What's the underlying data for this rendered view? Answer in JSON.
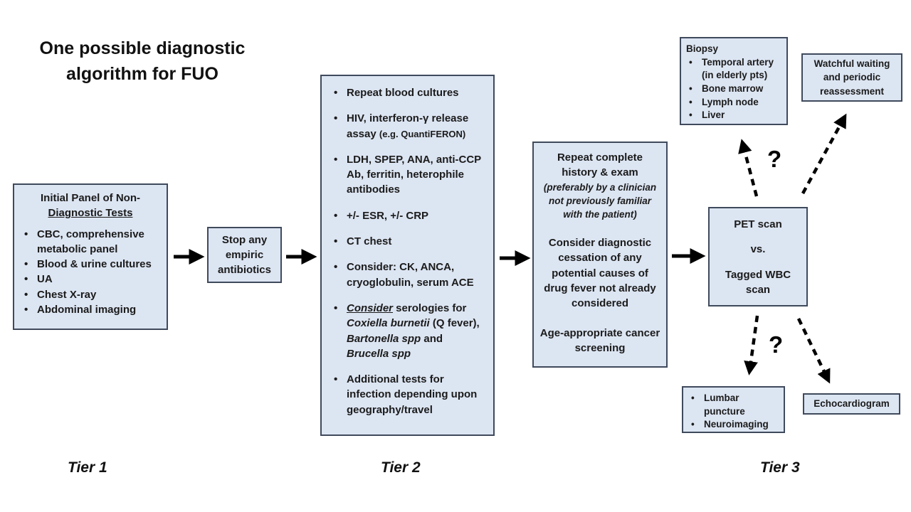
{
  "title": "One possible diagnostic algorithm for FUO",
  "tier_labels": {
    "tier1": "Tier 1",
    "tier2": "Tier 2",
    "tier3": "Tier 3"
  },
  "question_marks": {
    "top": "?",
    "bottom": "?"
  },
  "colors": {
    "box_fill": "#dce5f2",
    "box_border": "#3f4a5c",
    "arrow": "#000000",
    "background": "#ffffff",
    "text": "#1b1b1b"
  },
  "boxes": {
    "initial_panel": {
      "title_line1": "Initial Panel of Non-",
      "title_line2": "Diagnostic Tests",
      "items": [
        "CBC, comprehensive metabolic panel",
        "Blood & urine cultures",
        "UA",
        "Chest X-ray",
        "Abdominal imaging"
      ]
    },
    "stop_antibiotics": {
      "label": "Stop any empiric antibiotics"
    },
    "tier2_tests": {
      "item1": "Repeat blood cultures",
      "item2_main": "HIV, interferon-γ release assay ",
      "item2_note": "(e.g. QuantiFERON)",
      "item3": "LDH, SPEP, ANA, anti-CCP Ab, ferritin, heterophile antibodies",
      "item4": "+/- ESR, +/- CRP",
      "item5": "CT chest",
      "item6": "Consider: CK, ANCA, cryoglobulin, serum ACE",
      "item7_consider": "Consider",
      "item7_mid1": " serologies for ",
      "item7_species1": "Coxiella burnetii",
      "item7_mid2": " (Q fever), ",
      "item7_species2": "Bartonella spp",
      "item7_mid3": " and ",
      "item7_species3": "Brucella spp",
      "item8": "Additional tests for infection depending upon geography/travel"
    },
    "history_exam": {
      "line1": "Repeat complete history & exam",
      "line2": "(preferably by a clinician not previously familiar with the patient)",
      "line3": "Consider diagnostic cessation of any potential causes of drug fever not already considered",
      "line4": "Age-appropriate cancer screening"
    },
    "pet_scan": {
      "line1": "PET scan",
      "line2": "vs.",
      "line3": "Tagged WBC scan"
    },
    "biopsy": {
      "title": "Biopsy",
      "items": [
        "Temporal artery (in elderly pts)",
        "Bone marrow",
        "Lymph node",
        "Liver"
      ]
    },
    "watchful": {
      "label": "Watchful waiting and periodic reassessment"
    },
    "lumbar": {
      "items": [
        "Lumbar puncture",
        "Neuroimaging"
      ]
    },
    "echo": {
      "label": "Echocardiogram"
    }
  }
}
